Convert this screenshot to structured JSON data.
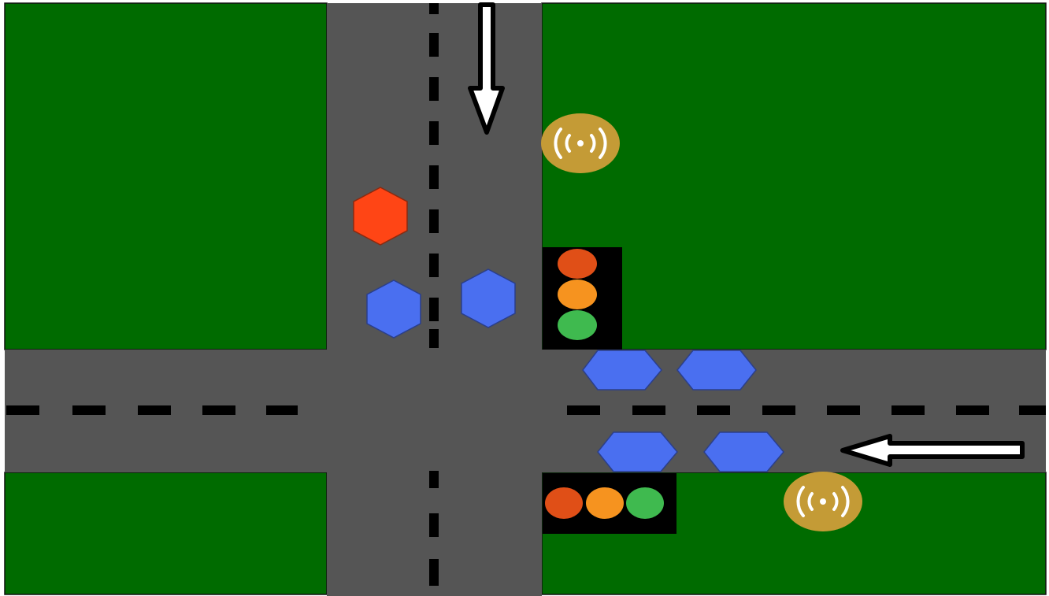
{
  "scene": {
    "type": "traffic-intersection",
    "colors": {
      "background": "#ffffff",
      "grass": "#006b00",
      "road": "#555555",
      "road_edge": "#111111",
      "lane_marking": "#000000",
      "arrow_fill": "#ffffff",
      "arrow_outline": "#000000",
      "vehicle_default": "#4a6ff0",
      "vehicle_highlight": "#ff4515",
      "sensor": "#c49b36",
      "sensor_symbol": "#ffffff",
      "light_housing": "#000000",
      "light_red": "#e04f17",
      "light_yellow": "#f6931f",
      "light_green": "#3fba4f"
    },
    "arrows": [
      {
        "id": "southbound-arrow",
        "direction": "down"
      },
      {
        "id": "westbound-arrow",
        "direction": "left"
      }
    ],
    "sensors": [
      {
        "id": "north-sensor",
        "icon": "wireless-signal-icon"
      },
      {
        "id": "east-sensor",
        "icon": "wireless-signal-icon"
      }
    ],
    "traffic_lights": [
      {
        "id": "north-traffic-light",
        "orientation": "vertical",
        "lamps": [
          "red",
          "yellow",
          "green"
        ]
      },
      {
        "id": "east-traffic-light",
        "orientation": "horizontal",
        "lamps": [
          "red",
          "yellow",
          "green"
        ]
      }
    ],
    "vehicles": [
      {
        "id": "vehicle-1",
        "road": "north",
        "lane": "northbound",
        "color": "highlight"
      },
      {
        "id": "vehicle-2",
        "road": "north",
        "lane": "northbound",
        "color": "default"
      },
      {
        "id": "vehicle-3",
        "road": "north",
        "lane": "southbound",
        "color": "default"
      },
      {
        "id": "vehicle-4",
        "road": "east",
        "lane": "eastbound",
        "color": "default"
      },
      {
        "id": "vehicle-5",
        "road": "east",
        "lane": "eastbound",
        "color": "default"
      },
      {
        "id": "vehicle-6",
        "road": "east",
        "lane": "westbound",
        "color": "default"
      },
      {
        "id": "vehicle-7",
        "road": "east",
        "lane": "westbound",
        "color": "default"
      }
    ]
  }
}
